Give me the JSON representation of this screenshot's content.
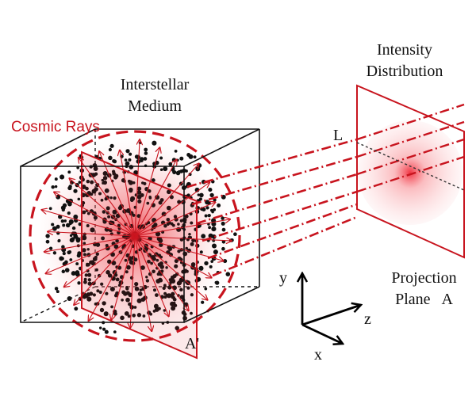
{
  "labels": {
    "intensity": [
      "Intensity",
      "Distribution"
    ],
    "ism": [
      "Interstellar",
      "Medium"
    ],
    "cosmic_rays": "Cosmic Rays",
    "l_line": "L",
    "projection": [
      "Projection",
      "Plane   A"
    ],
    "a_prime": "A'",
    "axis_x": "x",
    "axis_y": "y",
    "axis_z": "z"
  },
  "colors": {
    "accent_red": "#c8141e",
    "cube_line": "#111111",
    "glow": "#f03c46",
    "particle": "#111111"
  }
}
